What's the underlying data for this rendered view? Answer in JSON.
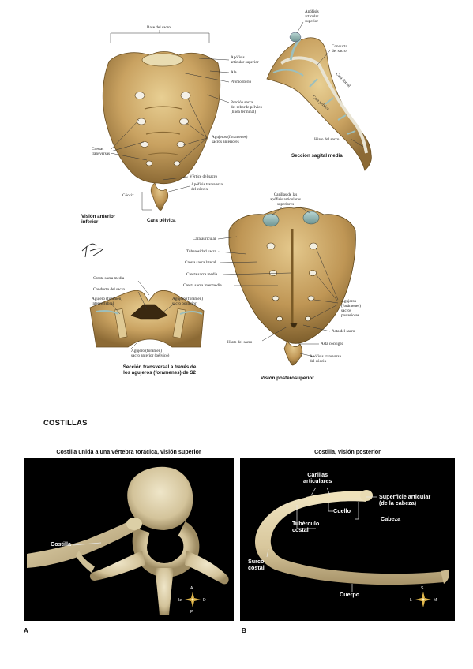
{
  "sacrum_anterior": {
    "top_label": "Base del sacro",
    "labels": {
      "superior_articular_process": "Apófisis\narticular superior",
      "ala": "Ala",
      "promontory": "Promontorio",
      "pelvic_brim": "Porción sacra\ndel reborde pélvico\n(línea terminal)",
      "transverse_ridges": "Crestas\ntransversas",
      "anterior_foramina": "Agujeros (forámenes)\nsacros anteriores",
      "apex": "Vértice del sacro",
      "coccyx_transverse": "Apófisis transversa\ndel cóccix",
      "coccyx": "Cóccix"
    },
    "caption_view": "Visión anterior\ninferior",
    "caption_face": "Cara pélvica"
  },
  "sacrum_sagittal": {
    "labels": {
      "superior_articular": "Apófisis\narticular\nsuperior",
      "sacral_canal": "Conducto\ndel sacro",
      "dorsal_face": "Cara dorsal",
      "pelvic_face": "Cara pélvica",
      "sacral_hiatus": "Hiato del sacro"
    },
    "caption": "Sección sagital media"
  },
  "signature": "F. Netter",
  "sacrum_transverse": {
    "labels": {
      "median_crest": "Cresta sacra media",
      "sacral_canal": "Conducto del sacro",
      "intervertebral_foramen": "Agujero (foramen)\nintervertebral",
      "posterior_foramen": "Agujero (foramen)\nsacro posterior",
      "anterior_foramen": "Agujero (foramen)\nsacro anterior (pélvico)"
    },
    "caption": "Sección transversal a través de\nlos agujeros (forámenes) de S2"
  },
  "sacrum_posterior": {
    "labels": {
      "facets": "Carillas de las\napófisis articulares\nsuperiores",
      "auricular": "Cara auricular",
      "tuberosity": "Tuberosidad sacra",
      "lateral_crest": "Cresta sacra lateral",
      "median_crest": "Cresta sacra media",
      "intermediate_crest": "Cresta sacra intermedia",
      "posterior_foramina": "Agujeros\n(forámenes)\nsacros\nposteriores",
      "sacral_cornu": "Asta del sacro",
      "sacral_hiatus": "Hiato del sacro",
      "coccygeal_cornu": "Asta coccígea",
      "coccyx_transverse": "Apófisis transversa\ndel cóccix"
    },
    "caption": "Visión posterosuperior"
  },
  "section_title": "COSTILLAS",
  "photo_a": {
    "title": "Costilla unida a una vértebra torácica, visión superior",
    "label_rib": "Costilla",
    "compass": {
      "n": "A",
      "s": "P",
      "w": "Iz",
      "e": "D"
    },
    "panel_letter": "A"
  },
  "photo_b": {
    "title": "Costilla, visión posterior",
    "labels": {
      "facets": "Carillas\narticulares",
      "head_surface": "Superficie articular\n(de la cabeza)",
      "neck": "Cuello",
      "head": "Cabeza",
      "tubercle": "Tubérculo\ncostal",
      "groove": "Surco\ncostal",
      "body": "Cuerpo"
    },
    "compass": {
      "n": "S",
      "s": "I",
      "w": "L",
      "e": "M"
    },
    "panel_letter": "B"
  }
}
